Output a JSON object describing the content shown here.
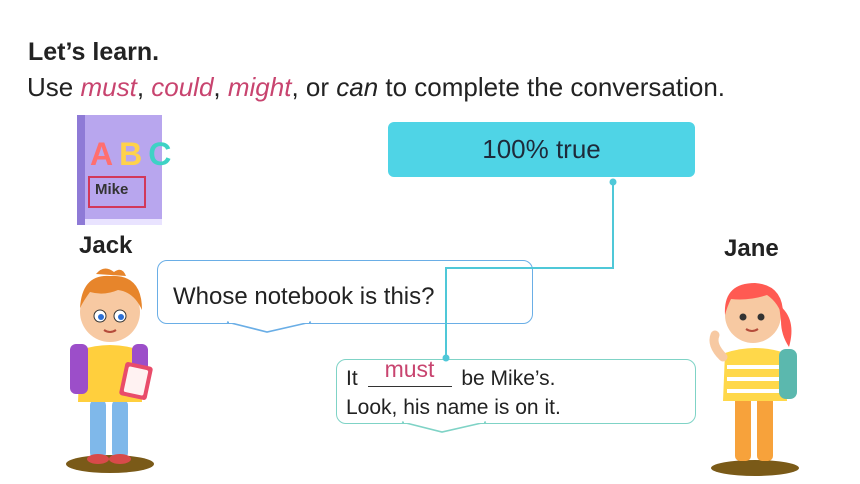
{
  "lesson": {
    "title": "Let’s learn.",
    "instruction": {
      "prefix": "Use ",
      "word1": "must",
      "sep1": ", ",
      "word2": "could",
      "sep2": ", ",
      "word3": "might",
      "sep3": ", or ",
      "word4": "can",
      "suffix": " to complete the conversation."
    }
  },
  "book": {
    "letters": [
      "A",
      "B",
      "C"
    ],
    "letter_colors": [
      "#ff6f6f",
      "#ffd24a",
      "#3ed2c5"
    ],
    "name": "Mike",
    "cover_color": "#b8a6ee"
  },
  "characters": {
    "left_name": "Jack",
    "right_name": "Jane"
  },
  "certainty_label": "100% true",
  "dialogue": {
    "question": "Whose notebook is this?",
    "answer_pre": "It ",
    "answer_word": "must",
    "answer_post": " be Mike’s.",
    "answer_line2": "Look, his name is on it."
  },
  "colors": {
    "accent_pink": "#c8446f",
    "label_box": "#4fd4e6",
    "bubble_blue": "#6aaee6",
    "bubble_teal": "#7fd3c6"
  }
}
